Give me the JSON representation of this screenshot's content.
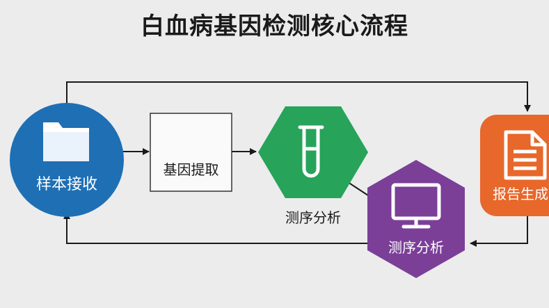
{
  "title": "白血病基因检测核心流程",
  "nodes": {
    "sample": {
      "label": "样本接收",
      "icon": "folder-icon",
      "color": "#1f6fb5"
    },
    "extract": {
      "label": "基因提取",
      "color": "#ffffff"
    },
    "sequence": {
      "label": "测序分析",
      "icon": "test-tube-icon",
      "color": "#27a35a"
    },
    "analysis": {
      "label": "测序分析",
      "icon": "monitor-icon",
      "color": "#7b3f98"
    },
    "report": {
      "label": "报告生成",
      "icon": "document-icon",
      "color": "#e8672a"
    }
  },
  "colors": {
    "arrow": "#1a1a1a",
    "background": "#ececec"
  }
}
